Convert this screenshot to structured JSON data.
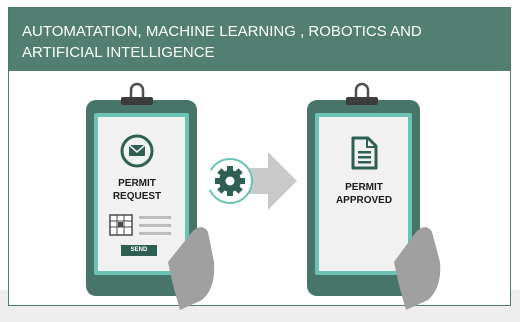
{
  "header": {
    "title": "AUTOMATATION, MACHINE LEARNING , ROBOTICS AND ARTIFICIAL INTELLIGENCE"
  },
  "left_device": {
    "label": "PERMIT\nREQUEST",
    "button_label": "SEND",
    "icon": "envelope-icon"
  },
  "process": {
    "icon": "gear-icon",
    "arrow_icon": "arrow-right-icon"
  },
  "right_device": {
    "label": "PERMIT\nAPPROVED",
    "icon": "document-icon"
  },
  "colors": {
    "header": "#527f71",
    "device_frame": "#47756a",
    "screen_border": "#6cc3b5",
    "screen": "#f1f1f1",
    "hand": "#a0a0a0",
    "arrow": "#c9c9c9"
  }
}
